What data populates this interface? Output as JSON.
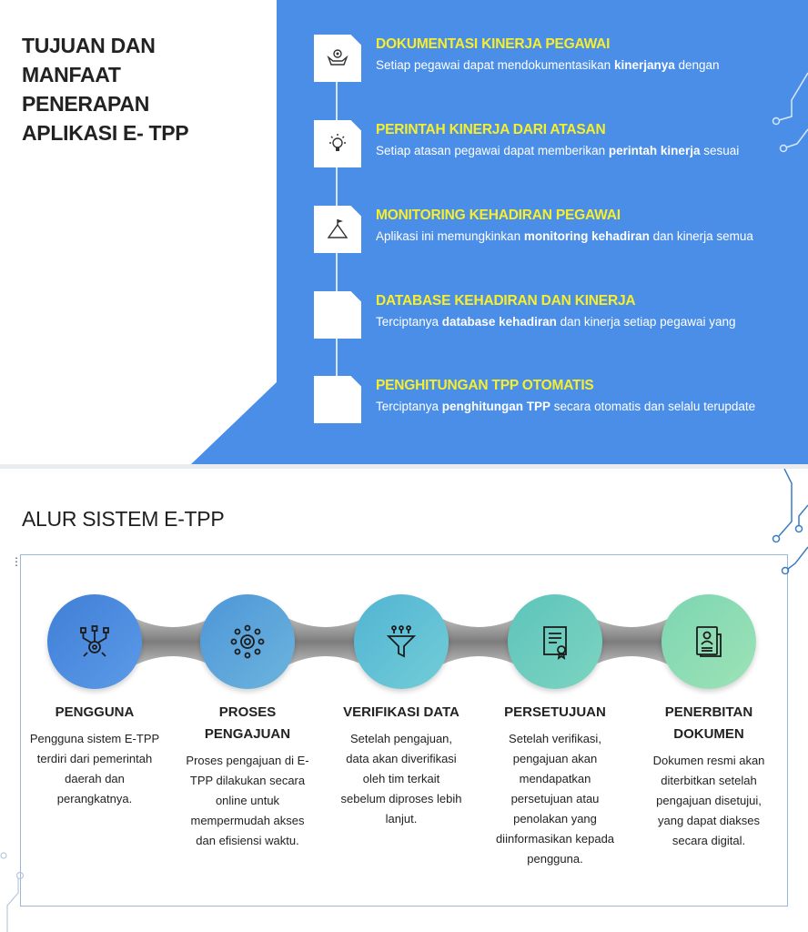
{
  "slide1": {
    "title_lines": [
      "TUJUAN DAN",
      "MANFAAT",
      "PENERAPAN",
      "APLIKASI E- TPP"
    ],
    "items": [
      {
        "title": "DOKUMENTASI KINERJA PEGAWAI",
        "desc_pre": "Setiap pegawai dapat mendokumentasikan ",
        "desc_bold": "kinerjanya",
        "desc_post": " dengan",
        "icon": "hand-gear-icon"
      },
      {
        "title": "PERINTAH KINERJA DARI ATASAN",
        "desc_pre": "Setiap atasan pegawai dapat memberikan ",
        "desc_bold": "perintah kinerja",
        "desc_post": " sesuai",
        "icon": "lightbulb-icon"
      },
      {
        "title": "MONITORING KEHADIRAN PEGAWAI",
        "desc_pre": "Aplikasi ini memungkinkan ",
        "desc_bold": "monitoring kehadiran",
        "desc_post": " dan kinerja semua",
        "icon": "flag-mountain-icon"
      },
      {
        "title": "DATABASE KEHADIRAN DAN KINERJA",
        "desc_pre": "Terciptanya ",
        "desc_bold": "database kehadiran",
        "desc_post": " dan kinerja setiap pegawai yang",
        "icon": "blank-icon"
      },
      {
        "title": "PENGHITUNGAN TPP OTOMATIS",
        "desc_pre": "Terciptanya ",
        "desc_bold": "penghitungan TPP",
        "desc_post": " secara otomatis dan selalu terupdate",
        "icon": "blank-icon"
      }
    ],
    "colors": {
      "blue": "#4a8ee8",
      "yellow": "#f8ef2c"
    }
  },
  "slide2": {
    "title": "ALUR SISTEM E-TPP",
    "handle": "⋮",
    "steps": [
      {
        "title_lines": [
          "PENGGUNA"
        ],
        "desc_lines": [
          "Pengguna sistem E-TPP",
          "terdiri dari pemerintah",
          "daerah dan",
          "perangkatnya."
        ],
        "icon": "network-gear-icon",
        "color": "#4a87dc"
      },
      {
        "title_lines": [
          "PROSES",
          "PENGAJUAN"
        ],
        "desc_lines": [
          "Proses pengajuan di E-",
          "TPP dilakukan secara",
          "online untuk",
          "mempermudah akses",
          "dan efisiensi waktu."
        ],
        "icon": "gear-network-icon",
        "color": "#5aa3d8"
      },
      {
        "title_lines": [
          "VERIFIKASI DATA"
        ],
        "desc_lines": [
          "Setelah pengajuan,",
          "data akan diverifikasi",
          "oleh tim terkait",
          "sebelum diproses lebih",
          "lanjut."
        ],
        "icon": "filter-icon",
        "color": "#5cc0d4"
      },
      {
        "title_lines": [
          "PERSETUJUAN"
        ],
        "desc_lines": [
          "Setelah verifikasi,",
          "pengajuan akan",
          "mendapatkan",
          "persetujuan atau",
          "penolakan yang",
          "diinformasikan kepada",
          "pengguna."
        ],
        "icon": "certificate-icon",
        "color": "#6ccdbf"
      },
      {
        "title_lines": [
          "PENERBITAN",
          "DOKUMEN"
        ],
        "desc_lines": [
          "Dokumen resmi akan",
          "diterbitkan setelah",
          "pengajuan disetujui,",
          "yang dapat diakses",
          "secara digital."
        ],
        "icon": "document-id-icon",
        "color": "#8fdcb3"
      }
    ]
  }
}
